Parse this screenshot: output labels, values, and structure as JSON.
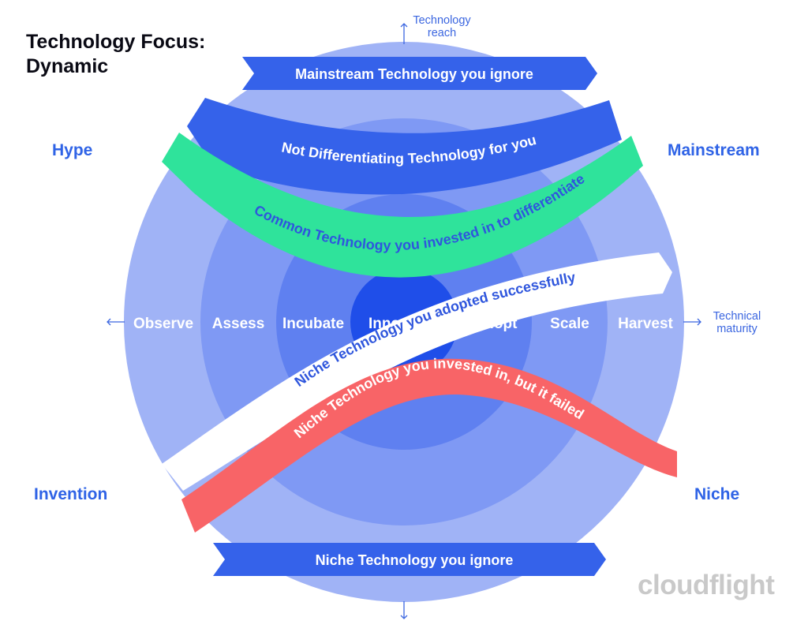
{
  "title": {
    "line1": "Technology Focus:",
    "line2": "Dynamic"
  },
  "quadrants": {
    "top_left": "Hype",
    "top_right": "Mainstream",
    "bottom_left": "Invention",
    "bottom_right": "Niche"
  },
  "axes": {
    "vertical_line1": "Technology",
    "vertical_line2": "reach",
    "horizontal_line1": "Technical",
    "horizontal_line2": "maturity"
  },
  "rings": [
    "Observe",
    "Assess",
    "Incubate",
    "Inno",
    "Adopt",
    "Scale",
    "Harvest"
  ],
  "bands": {
    "mainstream_ignore": "Mainstream Technology you ignore",
    "not_differentiating": "Not Differentiating Technology for you",
    "common_differentiate": "Common Technology you invested in to differentiate",
    "niche_adopted": "Niche Technology you adopted successfully",
    "niche_failed": "Niche Technology you invested in, but it failed",
    "niche_ignore": "Niche Technology you ignore"
  },
  "logo": "cloudflight",
  "colors": {
    "ring_outer": "#a0b3f6",
    "ring_2": "#7f99f4",
    "ring_3": "#5f80f0",
    "ring_core": "#1f4ee9",
    "band_blue": "#3562ea",
    "band_green": "#2fe39b",
    "band_white": "#ffffff",
    "band_red": "#f86467",
    "text_blue": "#2f63e6"
  }
}
